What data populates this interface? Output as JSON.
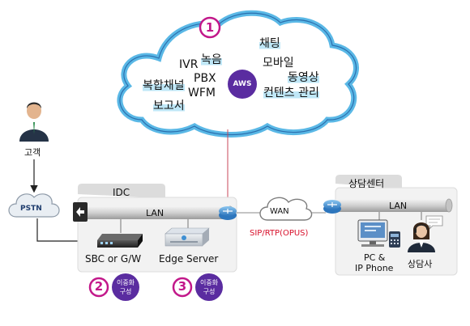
{
  "cloud": {
    "number": "1",
    "aws_badge": "AWS",
    "services": {
      "ivr": "IVR",
      "recording": "녹음",
      "pbx": "PBX",
      "multichannel": "복합채널",
      "wfm": "WFM",
      "reporting": "보고서",
      "chat": "채팅",
      "mobile": "모바일",
      "video": "동영상",
      "content_mgmt": "컨텐츠 관리"
    }
  },
  "customer": {
    "label": "고객"
  },
  "pstn": {
    "label": "PSTN"
  },
  "idc": {
    "title": "IDC",
    "lan": "LAN",
    "sbc_label": "SBC  or G/W",
    "edge_label": "Edge Server",
    "redundancy_2": {
      "number": "2",
      "text_line1": "이중화",
      "text_line2": "구성"
    },
    "redundancy_3": {
      "number": "3",
      "text_line1": "이중화",
      "text_line2": "구성"
    }
  },
  "wan": {
    "label": "WAN",
    "protocol": "SIP/RTP(OPUS)"
  },
  "center": {
    "title": "상담센터",
    "lan": "LAN",
    "pc_label_line1": "PC &",
    "pc_label_line2": "IP Phone",
    "agent_label": "상담사"
  },
  "colors": {
    "purple": "#5a2ca0",
    "magenta": "#c2188a",
    "protocol_red": "#d8102b",
    "cloud_outline": "#5ab8e6",
    "panel_gray": "#dcdcdc",
    "router_blue": "#3f8fd2"
  }
}
